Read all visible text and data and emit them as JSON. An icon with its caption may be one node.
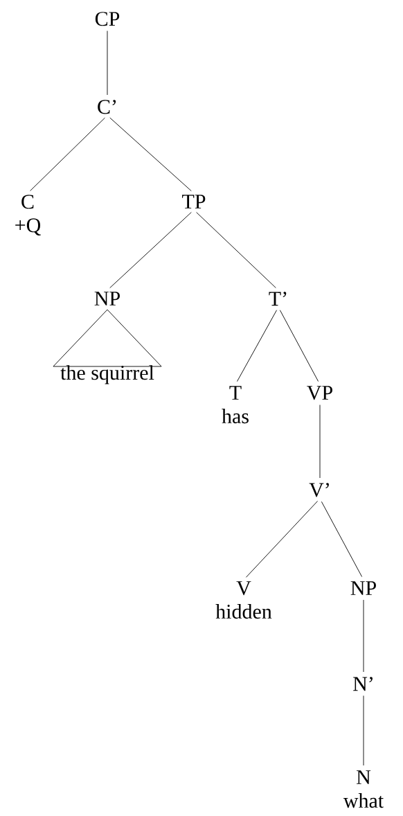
{
  "diagram": {
    "nodes": [
      {
        "text": [
          "CP"
        ]
      },
      {
        "text": [
          "C’"
        ]
      },
      {
        "text": [
          "C",
          "+Q"
        ]
      },
      {
        "text": [
          "TP"
        ]
      },
      {
        "text": [
          "NP"
        ]
      },
      {
        "text": [
          "T’"
        ]
      },
      {
        "text": [
          "the squirrel"
        ]
      },
      {
        "text": [
          "T",
          "has"
        ]
      },
      {
        "text": [
          "VP"
        ]
      },
      {
        "text": [
          "V’"
        ]
      },
      {
        "text": [
          "V",
          "hidden"
        ]
      },
      {
        "text": [
          "NP"
        ]
      },
      {
        "text": [
          "N’"
        ]
      },
      {
        "text": [
          "N",
          "what"
        ]
      }
    ],
    "edges": [
      {
        "from": 0,
        "to": 1,
        "arrow": "none"
      },
      {
        "from": 1,
        "to": 2,
        "arrow": "none"
      },
      {
        "from": 1,
        "to": 3,
        "arrow": "none"
      },
      {
        "from": 3,
        "to": 4,
        "arrow": "none"
      },
      {
        "from": 3,
        "to": 5,
        "arrow": "none"
      },
      {
        "from": 4,
        "to": 6,
        "arrow": "none"
      },
      {
        "from": 5,
        "to": 7,
        "arrow": "none"
      },
      {
        "from": 5,
        "to": 8,
        "arrow": "none"
      },
      {
        "from": 8,
        "to": 9,
        "arrow": "none"
      },
      {
        "from": 9,
        "to": 10,
        "arrow": "none"
      },
      {
        "from": 9,
        "to": 11,
        "arrow": "none"
      },
      {
        "from": 11,
        "to": 12,
        "arrow": "none"
      },
      {
        "from": 12,
        "to": 13,
        "arrow": "none"
      }
    ]
  }
}
